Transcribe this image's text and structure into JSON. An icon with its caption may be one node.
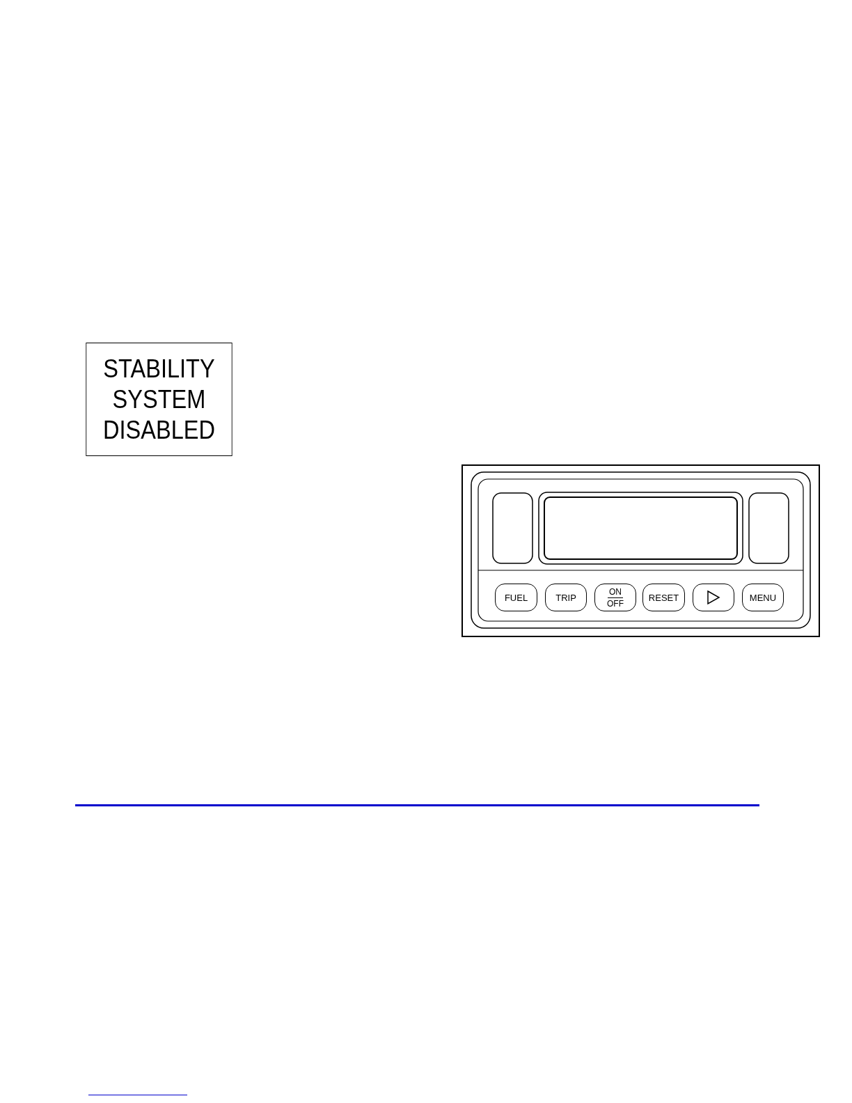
{
  "diagram": {
    "nodes": [
      {
        "text": [
          "STABILITY SYSTEM DISABLED"
        ]
      },
      {
        "text": [
          "FUEL"
        ]
      },
      {
        "text": [
          "TRIP"
        ]
      },
      {
        "text": [
          "ON",
          "OFF"
        ]
      },
      {
        "text": [
          "RESET"
        ]
      },
      {
        "text": [],
        "shape": "box"
      },
      {
        "text": [
          "MENU"
        ]
      }
    ]
  }
}
